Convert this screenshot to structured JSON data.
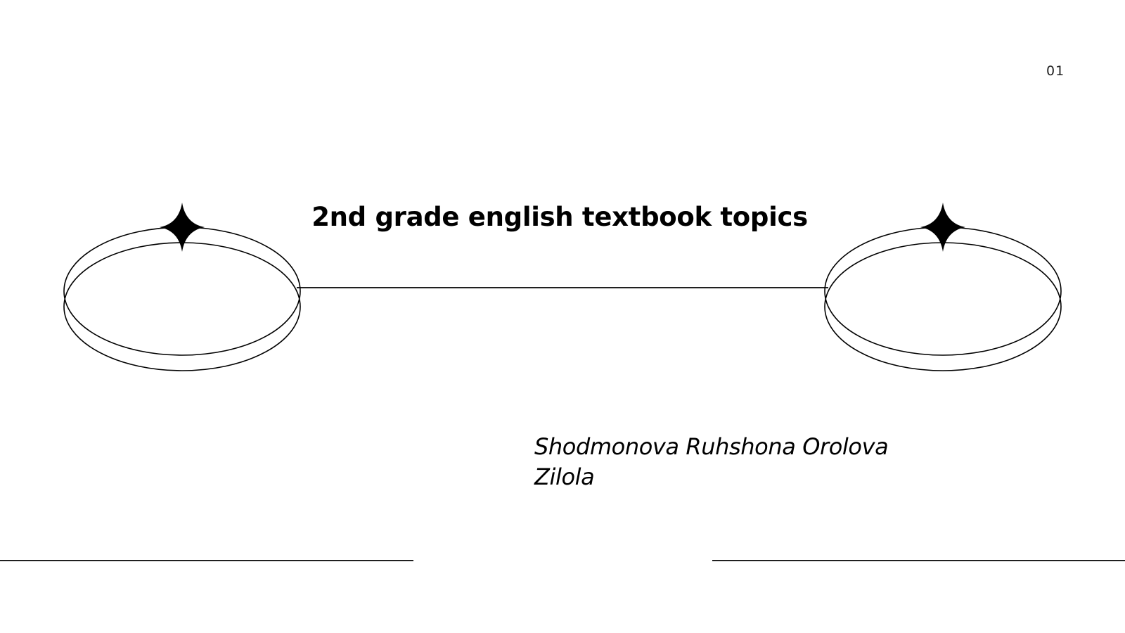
{
  "slide": {
    "number": "01",
    "title": "2nd grade english textbook topics",
    "author": "Shodmonova Ruhshona Orolova Zilola"
  },
  "colors": {
    "background": "#ffffff",
    "text": "#000000",
    "line": "#000000"
  },
  "icons": {
    "left_star": "four-point-star-icon",
    "right_star": "four-point-star-icon"
  }
}
